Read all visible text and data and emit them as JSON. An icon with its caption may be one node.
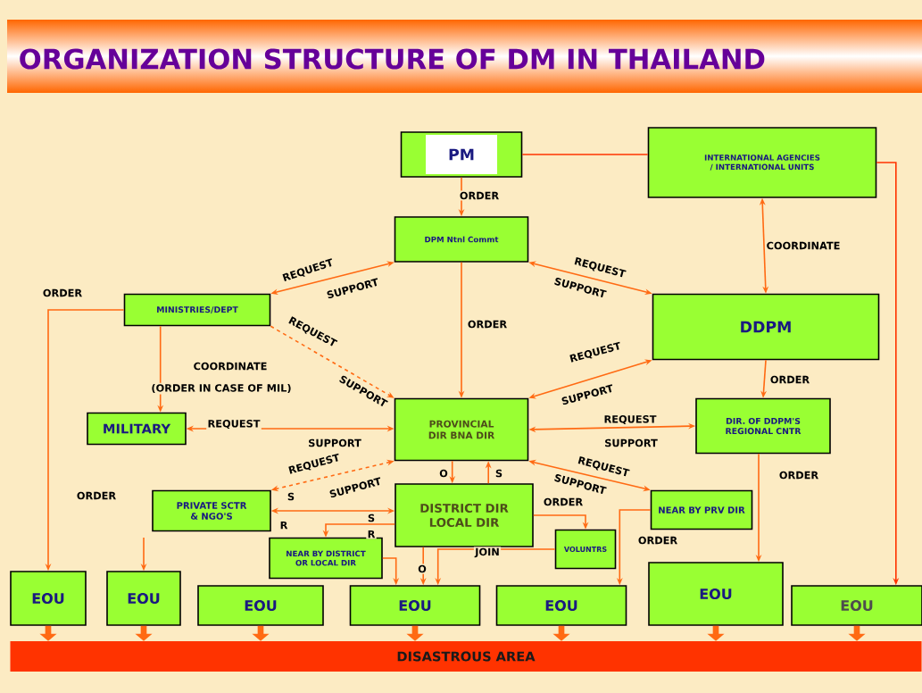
{
  "diagram": {
    "title": "ORGANIZATION STRUCTURE OF DM IN THAILAND",
    "nodes": [
      {
        "text": [
          "PM"
        ]
      },
      {
        "text": [
          "INTERNATIONAL AGENCIES / INTERNATIONAL UNITS"
        ]
      },
      {
        "text": [
          "DPM Ntnl Commt"
        ]
      },
      {
        "text": [
          "MINISTRIES/DEPT"
        ]
      },
      {
        "text": [
          "DDPM"
        ]
      },
      {
        "text": [
          "MILITARY"
        ]
      },
      {
        "text": [
          "PROVINCIAL DIR BNA DIR"
        ]
      },
      {
        "text": [
          "DIR. OF DDPM'S REGIONAL CNTR"
        ]
      },
      {
        "text": [
          "PRIVATE SCTR & NGO'S"
        ]
      },
      {
        "text": [
          "DISTRICT DIR LOCAL DIR"
        ]
      },
      {
        "text": [
          "NEAR BY PRV DIR"
        ]
      },
      {
        "text": [
          "NEAR BY DISTRICT OR LOCAL DIR"
        ]
      },
      {
        "text": [
          "VOLUNTRS"
        ]
      },
      {
        "text": [
          "EOU"
        ]
      },
      {
        "text": [
          "EOU"
        ]
      },
      {
        "text": [
          "EOU"
        ]
      },
      {
        "text": [
          "EOU"
        ]
      },
      {
        "text": [
          "EOU"
        ]
      },
      {
        "text": [
          "EOU"
        ]
      },
      {
        "text": [
          "EOU"
        ]
      },
      {
        "text": [
          "DISASTROUS AREA"
        ]
      }
    ],
    "edges": [
      {
        "from": 0,
        "to": 2,
        "arrow": "to",
        "label": "ORDER"
      },
      {
        "from": 0,
        "to": 1,
        "arrow": "none",
        "color": "#ff3300"
      },
      {
        "from": 1,
        "to": 4,
        "arrow": "both",
        "label": "COORDINATE"
      },
      {
        "from": 2,
        "to": 3,
        "arrow": "both",
        "label": "REQUEST"
      },
      {
        "from": 2,
        "to": 4,
        "arrow": "both",
        "label": "REQUEST"
      },
      {
        "from": 2,
        "to": 6,
        "arrow": "to",
        "label": "ORDER"
      },
      {
        "from": 3,
        "to": 6,
        "arrow": "to",
        "label": "REQUEST",
        "style": "dashed"
      },
      {
        "from": 3,
        "to": 13,
        "arrow": "to",
        "label": "ORDER"
      },
      {
        "from": 3,
        "to": 5,
        "arrow": "to",
        "label": "COORDINATE"
      },
      {
        "from": 4,
        "to": 6,
        "arrow": "both",
        "label": "REQUEST"
      },
      {
        "from": 4,
        "to": 7,
        "arrow": "to",
        "label": "ORDER"
      },
      {
        "from": 5,
        "to": 6,
        "arrow": "both",
        "label": "REQUEST"
      },
      {
        "from": 6,
        "to": 7,
        "arrow": "both",
        "label": "REQUEST"
      },
      {
        "from": 6,
        "to": 8,
        "arrow": "both",
        "label": "REQUEST",
        "style": "dashed"
      },
      {
        "from": 6,
        "to": 9,
        "arrow": "to",
        "label": "O"
      },
      {
        "from": 9,
        "to": 6,
        "arrow": "to",
        "label": "S"
      },
      {
        "from": 6,
        "to": 10,
        "arrow": "both",
        "label": "REQUEST"
      },
      {
        "from": 8,
        "to": 9,
        "arrow": "both",
        "label": "S"
      },
      {
        "from": 9,
        "to": 11,
        "arrow": "to",
        "label": "S"
      },
      {
        "from": 11,
        "to": 16,
        "arrow": "to"
      },
      {
        "from": 9,
        "to": 16,
        "arrow": "to",
        "label": "O"
      },
      {
        "from": 12,
        "to": 16,
        "arrow": "to",
        "label": "JOIN"
      },
      {
        "from": 9,
        "to": 12,
        "arrow": "to",
        "label": "ORDER"
      },
      {
        "from": 10,
        "to": 17,
        "arrow": "to",
        "label": "ORDER"
      },
      {
        "from": 7,
        "to": 18,
        "arrow": "to",
        "label": "ORDER"
      },
      {
        "from": 1,
        "to": 19,
        "arrow": "to",
        "color": "#ff3300"
      },
      {
        "from": null,
        "to": 14,
        "arrow": "to",
        "label": "ORDER"
      },
      {
        "from": 13,
        "to": 20,
        "arrow": "to",
        "style": "thick"
      },
      {
        "from": 14,
        "to": 20,
        "arrow": "to",
        "style": "thick"
      },
      {
        "from": 15,
        "to": 20,
        "arrow": "to",
        "style": "thick"
      },
      {
        "from": 16,
        "to": 20,
        "arrow": "to",
        "style": "thick"
      },
      {
        "from": 17,
        "to": 20,
        "arrow": "to",
        "style": "thick"
      },
      {
        "from": 18,
        "to": 20,
        "arrow": "to",
        "style": "thick"
      },
      {
        "from": 19,
        "to": 20,
        "arrow": "to",
        "style": "thick"
      }
    ],
    "labels": [
      "SUPPORT",
      "SUPPORT",
      "SUPPORT",
      "(ORDER IN CASE OF MIL)",
      "SUPPORT",
      "SUPPORT",
      "SUPPORT",
      "SUPPORT",
      "SUPPORT",
      "R",
      "R"
    ]
  }
}
